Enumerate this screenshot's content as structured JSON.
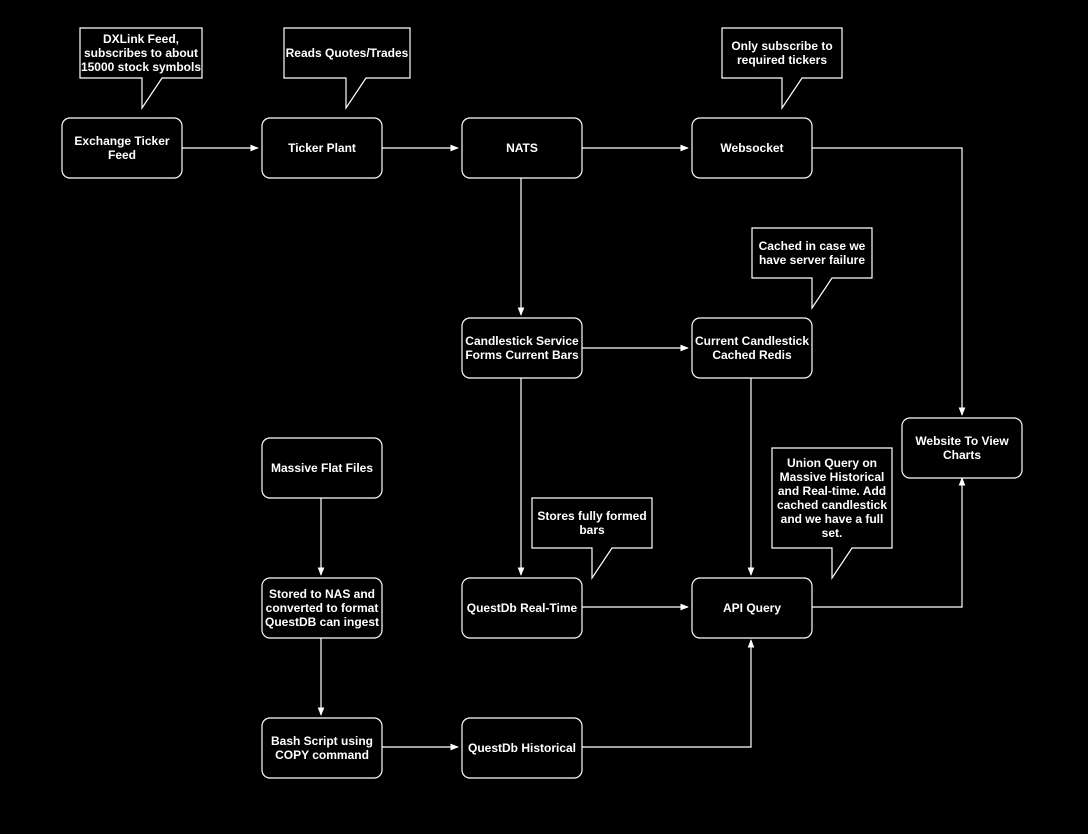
{
  "nodes": [
    {
      "id": "exchange",
      "lines": [
        "Exchange Ticker",
        "Feed"
      ]
    },
    {
      "id": "ticker",
      "lines": [
        "Ticker Plant"
      ]
    },
    {
      "id": "nats",
      "lines": [
        "NATS"
      ]
    },
    {
      "id": "websocket",
      "lines": [
        "Websocket"
      ]
    },
    {
      "id": "candlestick-service",
      "lines": [
        "Candlestick Service",
        "Forms Current Bars"
      ]
    },
    {
      "id": "current-candlestick",
      "lines": [
        "Current Candlestick",
        "Cached Redis"
      ]
    },
    {
      "id": "website",
      "lines": [
        "Website To View",
        "Charts"
      ]
    },
    {
      "id": "flat-files",
      "lines": [
        "Massive Flat Files"
      ]
    },
    {
      "id": "nas",
      "lines": [
        "Stored to NAS and",
        "converted to format",
        "QuestDB can ingest"
      ]
    },
    {
      "id": "questdb-realtime",
      "lines": [
        "QuestDb Real-Time"
      ]
    },
    {
      "id": "api",
      "lines": [
        "API Query"
      ]
    },
    {
      "id": "bash",
      "lines": [
        "Bash Script using",
        "COPY command"
      ]
    },
    {
      "id": "questdb-historical",
      "lines": [
        "QuestDb Historical"
      ]
    }
  ],
  "notes": [
    {
      "id": "dxlink",
      "lines": [
        "DXLink Feed,",
        "subscribes to about",
        "15000 stock symbols"
      ]
    },
    {
      "id": "reads",
      "lines": [
        "Reads Quotes/Trades"
      ]
    },
    {
      "id": "subscribe",
      "lines": [
        "Only subscribe to",
        "required tickers"
      ]
    },
    {
      "id": "cached",
      "lines": [
        "Cached in case we",
        "have server failure"
      ]
    },
    {
      "id": "stores",
      "lines": [
        "Stores fully formed",
        "bars"
      ]
    },
    {
      "id": "union",
      "lines": [
        "Union Query on",
        "Massive Historical",
        "and Real-time.  Add",
        "cached candlestick",
        "and we have a full",
        "set."
      ]
    }
  ],
  "colors": {
    "background": "#000000",
    "stroke": "#ffffff",
    "text": "#ffffff"
  }
}
